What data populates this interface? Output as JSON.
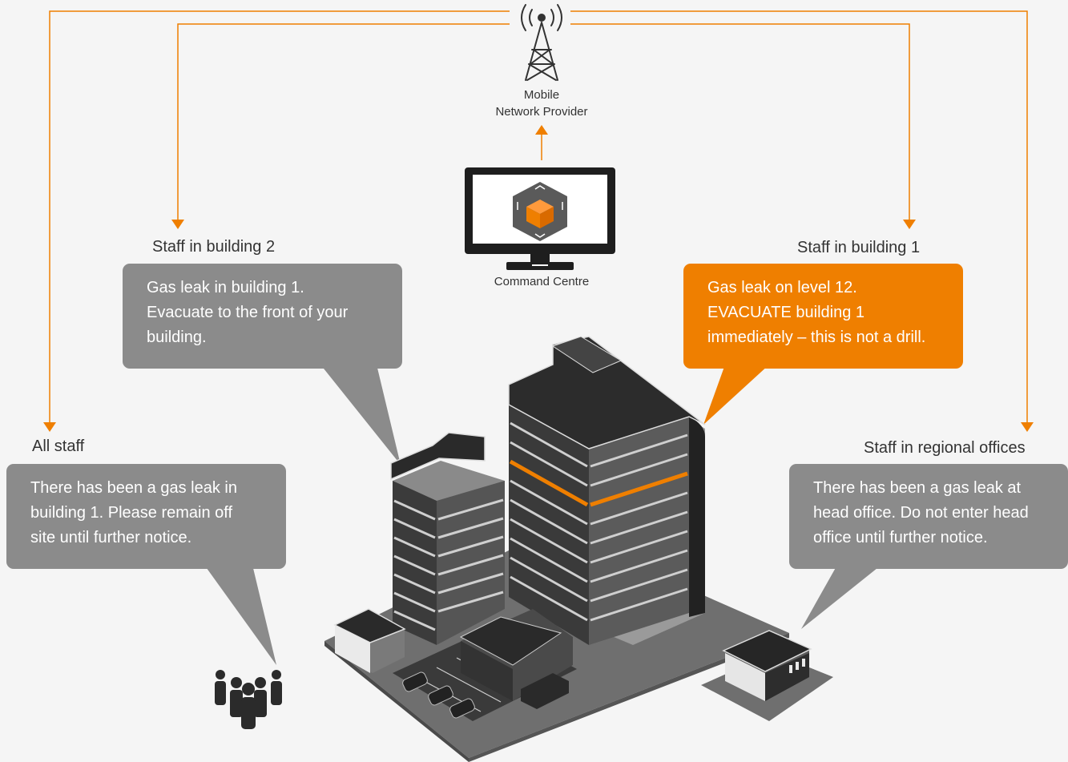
{
  "tower": {
    "label_line1": "Mobile",
    "label_line2": "Network Provider"
  },
  "command_centre": {
    "label": "Command Centre"
  },
  "groups": {
    "building2": {
      "label": "Staff in building 2",
      "message": "Gas leak in building 1.\nEvacuate to the front of your\nbuilding."
    },
    "building1": {
      "label": "Staff in building 1",
      "message": "Gas leak on level 12.\nEVACUATE building 1\nimmediately – this is not a drill."
    },
    "all": {
      "label": "All staff",
      "message": "There has been a gas leak in\nbuilding 1. Please remain off\nsite until further notice."
    },
    "regional": {
      "label": "Staff in regional offices",
      "message": "There has been a gas leak at\nhead office. Do not enter head\noffice until further notice."
    }
  },
  "colors": {
    "accent": "#ef7f00",
    "bubble_gray": "#8b8b8b",
    "building_dark": "#3d3d3d",
    "background": "#f5f5f5"
  },
  "icons": [
    "antenna-tower-icon",
    "monitor-icon",
    "cube-logo-icon",
    "people-group-icon"
  ]
}
